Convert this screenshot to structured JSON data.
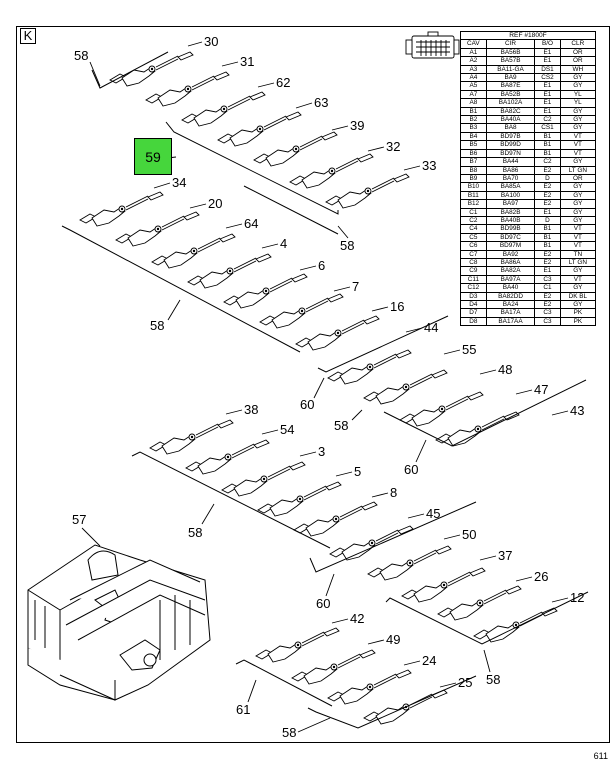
{
  "panel_letter": "K",
  "callout": "59",
  "corner_mark": "611",
  "table": {
    "title": "REF #1800F",
    "headers": [
      "CAV",
      "CIR",
      "B/O",
      "CLR"
    ],
    "rows": [
      [
        "A1",
        "BA56B",
        "E1",
        "OR"
      ],
      [
        "A2",
        "BA57B",
        "E1",
        "OR"
      ],
      [
        "A3",
        "BA11-GA",
        "DS1",
        "WH"
      ],
      [
        "A4",
        "BA9",
        "CS2",
        "GY"
      ],
      [
        "A5",
        "BA87E",
        "E1",
        "GY"
      ],
      [
        "A7",
        "BA52B",
        "E1",
        "YL"
      ],
      [
        "A8",
        "BA102A",
        "E1",
        "YL"
      ],
      [
        "B1",
        "BA82C",
        "E1",
        "GY"
      ],
      [
        "B2",
        "BA40A",
        "C2",
        "GY"
      ],
      [
        "B3",
        "BA8",
        "CS1",
        "GY"
      ],
      [
        "B4",
        "BD97B",
        "B1",
        "VT"
      ],
      [
        "B5",
        "BD99D",
        "B1",
        "VT"
      ],
      [
        "B6",
        "BD97N",
        "B1",
        "VT"
      ],
      [
        "B7",
        "BA44",
        "C2",
        "GY"
      ],
      [
        "B8",
        "BA86",
        "E2",
        "LT GN"
      ],
      [
        "B9",
        "BA70",
        "D",
        "OR"
      ],
      [
        "B10",
        "BA85A",
        "E2",
        "GY"
      ],
      [
        "B11",
        "BA100",
        "E2",
        "GY"
      ],
      [
        "B12",
        "BA97",
        "E2",
        "GY"
      ],
      [
        "C1",
        "BA82B",
        "E1",
        "GY"
      ],
      [
        "C2",
        "BA40B",
        "D",
        "GY"
      ],
      [
        "C4",
        "BD99B",
        "B1",
        "VT"
      ],
      [
        "C5",
        "BD97C",
        "B1",
        "VT"
      ],
      [
        "C6",
        "BD97M",
        "B1",
        "VT"
      ],
      [
        "C7",
        "BA92",
        "E2",
        "TN"
      ],
      [
        "C8",
        "BA86A",
        "E2",
        "LT GN"
      ],
      [
        "C9",
        "BA82A",
        "E1",
        "GY"
      ],
      [
        "C11",
        "BA97A",
        "C3",
        "VT"
      ],
      [
        "C12",
        "BA40",
        "C1",
        "GY"
      ],
      [
        "D3",
        "BA82DD",
        "E2",
        "DK BL"
      ],
      [
        "D4",
        "BA24",
        "E2",
        "GY"
      ],
      [
        "D7",
        "BA17A",
        "C3",
        "PK"
      ],
      [
        "D8",
        "BA17AA",
        "C3",
        "PK"
      ]
    ]
  },
  "labels": {
    "l58a": "58",
    "l30": "30",
    "l31": "31",
    "l62": "62",
    "l63": "63",
    "l39": "39",
    "l32": "32",
    "l33": "33",
    "l58b": "58",
    "l34": "34",
    "l20": "20",
    "l64": "64",
    "l4": "4",
    "l6": "6",
    "l7": "7",
    "l16": "16",
    "l58c": "58",
    "l44": "44",
    "l55": "55",
    "l60a": "60",
    "l58d": "58",
    "l48": "48",
    "l47": "47",
    "l43": "43",
    "l60b": "60",
    "l38": "38",
    "l54": "54",
    "l3": "3",
    "l5": "5",
    "l8": "8",
    "l58e": "58",
    "l45": "45",
    "l50": "50",
    "l60c": "60",
    "l37": "37",
    "l26": "26",
    "l12": "12",
    "l58f": "58",
    "l57": "57",
    "l42": "42",
    "l49": "49",
    "l24": "24",
    "l25": "25",
    "l61": "61",
    "l58g": "58"
  }
}
